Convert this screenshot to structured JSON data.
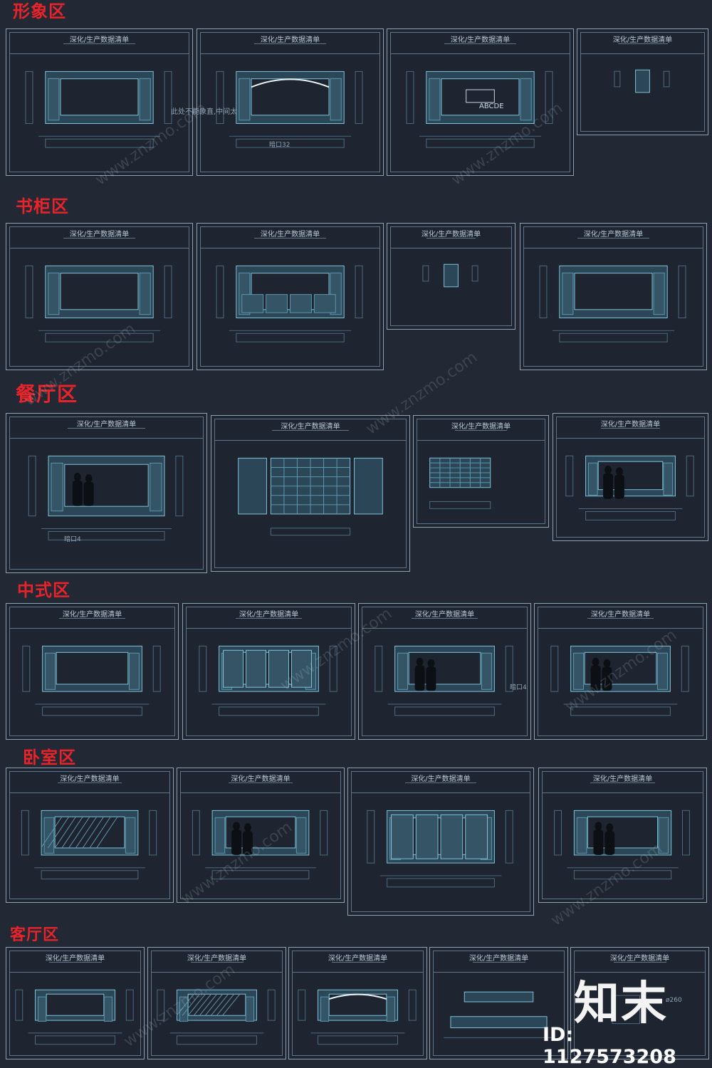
{
  "sections": {
    "s1": "形象区",
    "s2": "书柜区",
    "s3": "餐厅区",
    "s4": "中式区",
    "s5": "卧室区",
    "s6": "客厅区"
  },
  "sheet_title": "深化/生产数据清单",
  "notes": {
    "abc": "ABCDE",
    "annot": "此处不能象直,中间太",
    "dim1": "暗口32",
    "dim2": "暗口4",
    "dim3": "暗口4",
    "dia": "ø260"
  },
  "watermark": "www.znzmo.com",
  "brand": "知末",
  "id_text": "ID: 1127573208"
}
